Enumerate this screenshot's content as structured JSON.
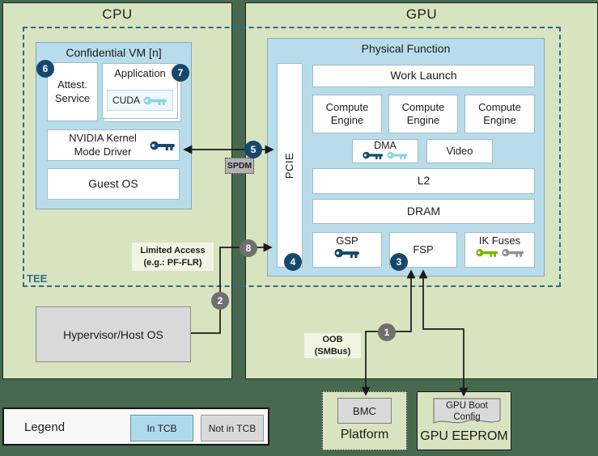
{
  "cpu": {
    "title": "CPU",
    "vm": {
      "title": "Confidential VM [n]",
      "attest_service": "Attest.\nService",
      "application": "Application",
      "cuda": "CUDA",
      "kernel_driver": "NVIDIA Kernel\nMode Driver",
      "guest_os": "Guest OS"
    },
    "hypervisor": "Hypervisor/Host OS"
  },
  "gpu": {
    "title": "GPU",
    "physical_function": {
      "title": "Physical Function",
      "pcie": "PCIE",
      "work_launch": "Work Launch",
      "compute_engines": [
        "Compute\nEngine",
        "Compute\nEngine",
        "Compute\nEngine"
      ],
      "dma": "DMA",
      "video": "Video",
      "l2": "L2",
      "dram": "DRAM",
      "gsp": "GSP",
      "fsp": "FSP",
      "ik_fuses": "IK Fuses"
    }
  },
  "tee_label": "TEE",
  "connections": {
    "spdm": "SPDM",
    "limited_access": "Limited Access\n(e.g.: PF-FLR)",
    "oob": "OOB\n(SMBus)"
  },
  "platform": {
    "title": "Platform",
    "bmc": "BMC"
  },
  "gpu_eeprom": {
    "title": "GPU EEPROM",
    "boot_config": "GPU Boot\nConfig"
  },
  "markers": {
    "m1": "1",
    "m2": "2",
    "m3": "3",
    "m4": "4",
    "m5": "5",
    "m6": "6",
    "m7": "7",
    "m8": "8"
  },
  "legend": {
    "title": "Legend",
    "in_tcb": "In TCB",
    "not_in_tcb": "Not in TCB"
  },
  "colors": {
    "background_green": "#47694f",
    "panel_green": "#d8e3c0",
    "in_tcb_blue": "#b9dcea",
    "not_in_tcb_gray": "#d9d9d9",
    "tee_dash_blue": "#2e6d8e",
    "navy_badge": "#17486b",
    "gray_badge": "#6f6f6f",
    "key_navy": "#17496e",
    "key_light_blue": "#8fd2e8",
    "key_green": "#76b900",
    "key_gray": "#8e9594"
  },
  "icons": {
    "keys": {
      "cuda": "light-blue",
      "kernel_driver": "navy",
      "dma": [
        "navy",
        "light-blue"
      ],
      "gsp": "navy",
      "ik_fuses": [
        "green",
        "gray"
      ]
    }
  }
}
